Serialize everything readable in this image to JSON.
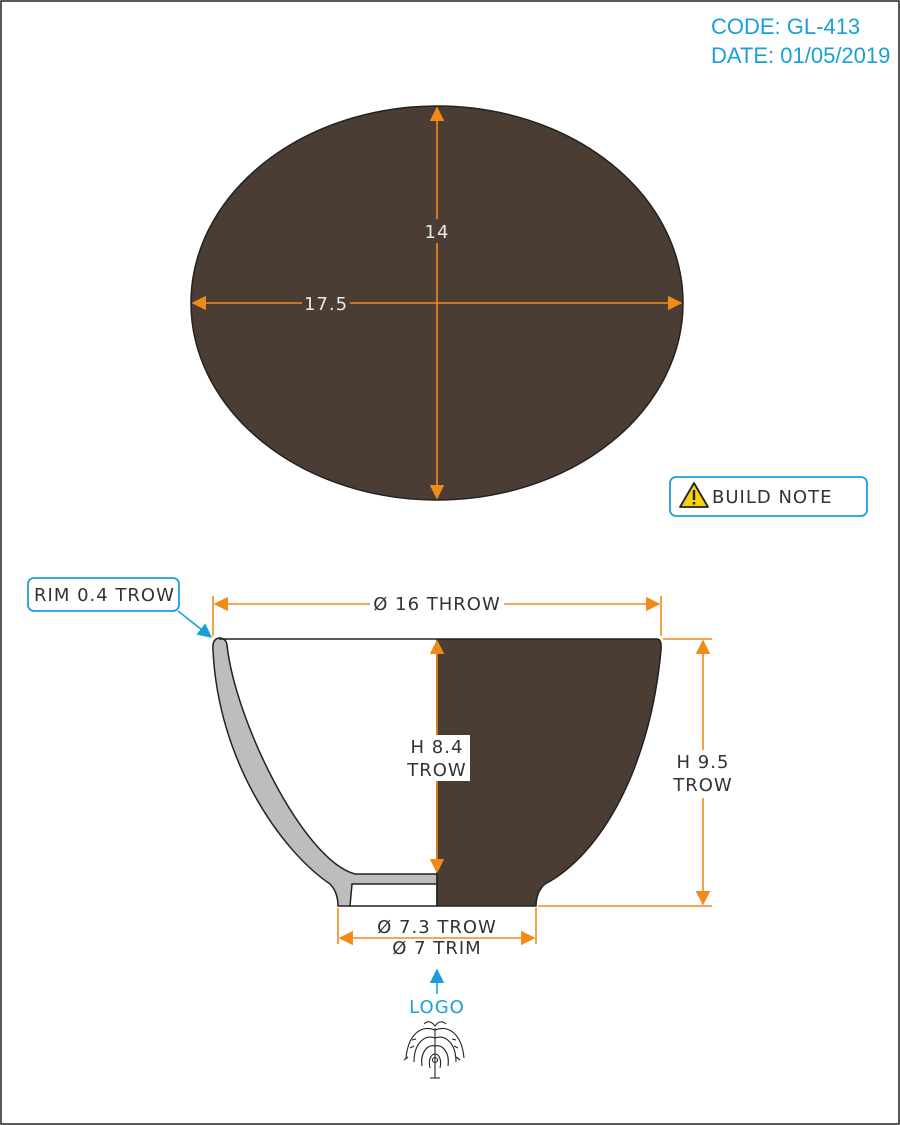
{
  "header": {
    "code": "CODE: GL-413",
    "date": "DATE: 01/05/2019"
  },
  "top_view": {
    "length": "17.5",
    "width": "14"
  },
  "build_note": {
    "label": "BUILD NOTE",
    "icon": "warning-triangle-icon"
  },
  "side_view": {
    "rim_callout": "RIM 0.4 TROW",
    "top_diameter": "Ø 16 THROW",
    "inner_height_line1": "H 8.4",
    "inner_height_line2": "TROW",
    "outer_height_line1": "H 9.5",
    "outer_height_line2": "TROW",
    "foot_diameter": "Ø 7.3 TROW",
    "trim_diameter": "Ø 7 TRIM"
  },
  "logo": {
    "label": "LOGO",
    "icon": "tree-logo-icon"
  },
  "colors": {
    "clay": "#4b3c34",
    "section": "#bdbdbd",
    "dimension": "#f28a1a",
    "annotation": "#1aa0d8"
  }
}
